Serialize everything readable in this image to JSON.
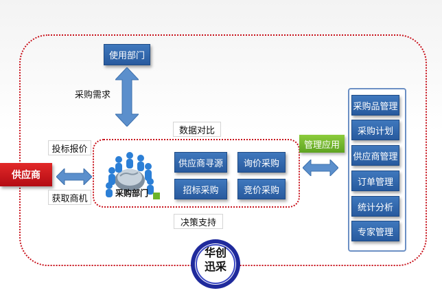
{
  "top_dept": "使用部门",
  "demand_label": "采购需求",
  "data_compare": "数据对比",
  "decision_support": "决策支持",
  "bid_quote": "投标报价",
  "get_opportunity": "获取商机",
  "supplier": "供应商",
  "procurement_dept": "采购部门",
  "methods": [
    "供应商寻源",
    "询价采购",
    "招标采购",
    "竞价采购"
  ],
  "management_app": "管理应用",
  "modules": [
    "采购品管理",
    "采购计划",
    "供应商管理",
    "订单管理",
    "统计分析",
    "专家管理"
  ],
  "logo": {
    "line1": "华创",
    "line2": "迅采"
  },
  "colors": {
    "blue": "#2f65a8",
    "red": "#c8101a",
    "green": "#6db42a",
    "arrow": "#4f86c6"
  }
}
